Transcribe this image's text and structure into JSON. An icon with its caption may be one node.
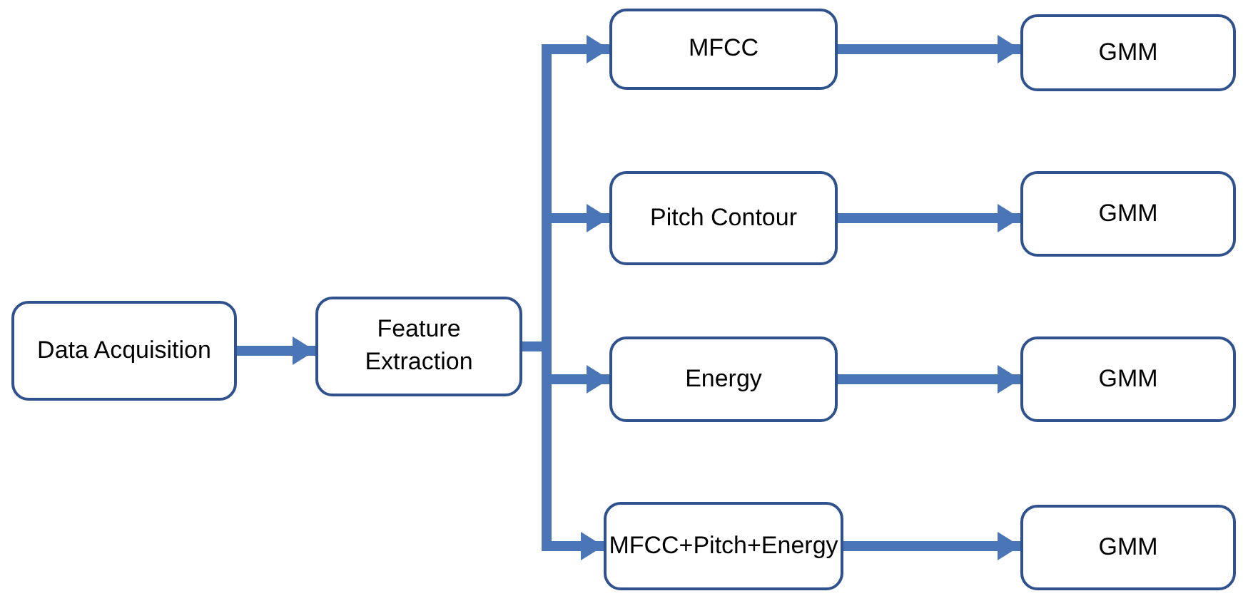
{
  "diagram": {
    "nodes": [
      {
        "text": [
          "Data Acquisition"
        ]
      },
      {
        "text": [
          "Feature Extraction"
        ]
      },
      {
        "text": [
          "MFCC"
        ]
      },
      {
        "text": [
          "Pitch Contour"
        ]
      },
      {
        "text": [
          "Energy"
        ]
      },
      {
        "text": [
          "MFCC+Pitch+Energy"
        ]
      },
      {
        "text": [
          "GMM"
        ]
      },
      {
        "text": [
          "GMM"
        ]
      },
      {
        "text": [
          "GMM"
        ]
      },
      {
        "text": [
          "GMM"
        ]
      }
    ],
    "edges": [
      {
        "from": 0,
        "to": 1,
        "arrow": "to"
      },
      {
        "from": 1,
        "to": 2,
        "arrow": "to"
      },
      {
        "from": 1,
        "to": 3,
        "arrow": "to"
      },
      {
        "from": 1,
        "to": 4,
        "arrow": "to"
      },
      {
        "from": 1,
        "to": 5,
        "arrow": "to"
      },
      {
        "from": 2,
        "to": 6,
        "arrow": "to"
      },
      {
        "from": 3,
        "to": 7,
        "arrow": "to"
      },
      {
        "from": 4,
        "to": 8,
        "arrow": "to"
      },
      {
        "from": 5,
        "to": 9,
        "arrow": "to"
      }
    ]
  }
}
